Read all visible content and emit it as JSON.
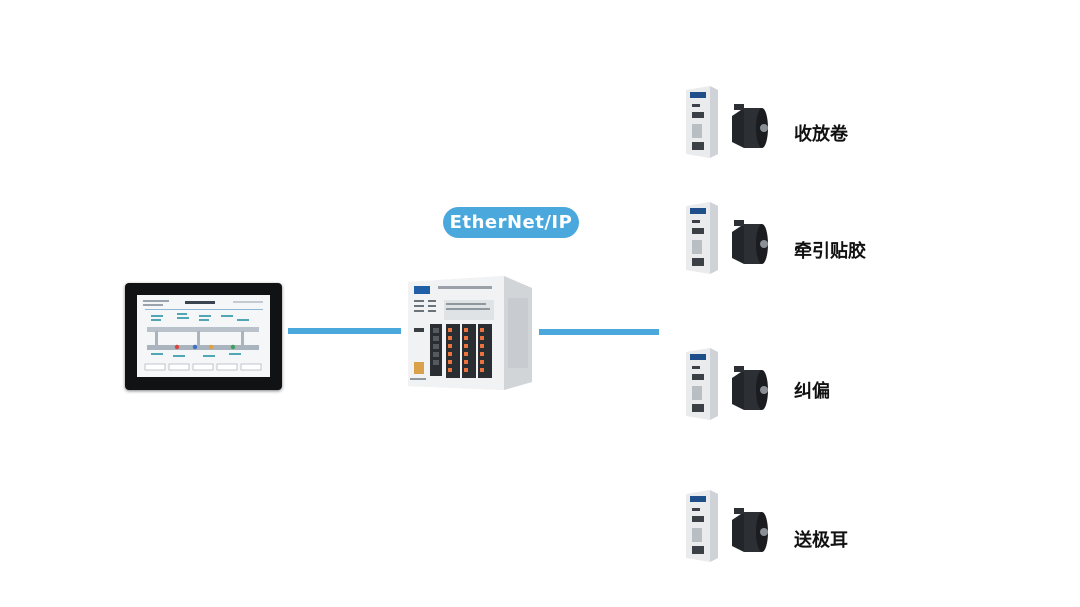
{
  "network": {
    "protocol": "EtherNet/IP"
  },
  "colors": {
    "link": "#4aa8dc",
    "badge": "#4aa8dc",
    "badge_text": "#ffffff",
    "label_text": "#111111"
  },
  "hmi": {
    "icon": "touch-panel-icon"
  },
  "controller": {
    "icon": "plc-controller-icon"
  },
  "axes": [
    {
      "label": "收放卷",
      "icon": "servo-drive-motor-icon"
    },
    {
      "label": "牵引贴胶",
      "icon": "servo-drive-motor-icon"
    },
    {
      "label": "纠偏",
      "icon": "servo-drive-motor-icon"
    },
    {
      "label": "送极耳",
      "icon": "servo-drive-motor-icon"
    }
  ]
}
